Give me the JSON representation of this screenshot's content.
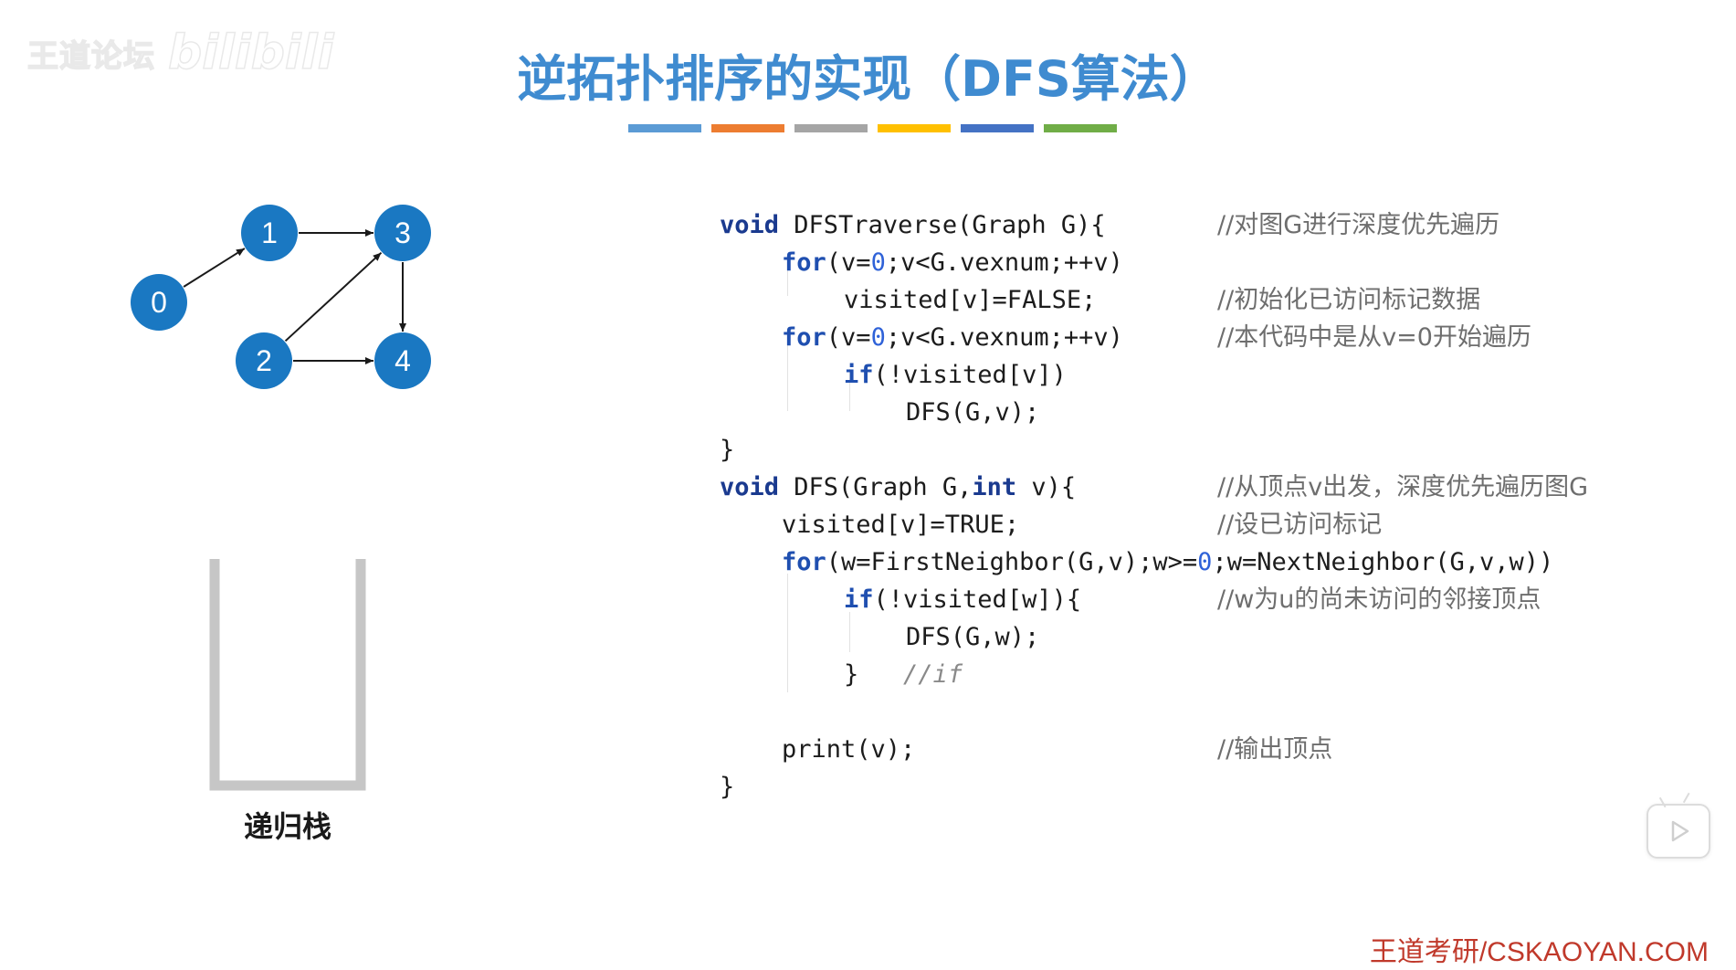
{
  "watermark": {
    "text": "王道论坛",
    "logo": "bilibili"
  },
  "title": "逆拓扑排序的实现（DFS算法）",
  "accent_colors": [
    "#5b9bd5",
    "#ed7d31",
    "#a5a5a5",
    "#ffc000",
    "#4472c4",
    "#70ad47"
  ],
  "node_color": "#1a78c2",
  "graph": {
    "nodes": [
      {
        "id": "0",
        "label": "0"
      },
      {
        "id": "1",
        "label": "1"
      },
      {
        "id": "2",
        "label": "2"
      },
      {
        "id": "3",
        "label": "3"
      },
      {
        "id": "4",
        "label": "4"
      }
    ],
    "edges": [
      {
        "from": "0",
        "to": "1"
      },
      {
        "from": "1",
        "to": "3"
      },
      {
        "from": "2",
        "to": "3"
      },
      {
        "from": "2",
        "to": "4"
      },
      {
        "from": "3",
        "to": "4"
      }
    ]
  },
  "stack_label": "递归栈",
  "code": {
    "line1": {
      "kw": "void",
      "rest": " DFSTraverse(Graph G){",
      "comment": "//对图G进行深度优先遍历"
    },
    "line2": {
      "kw": "for",
      "a": "(v=",
      "num": "0",
      "b": ";v<G.vexnum;++v)"
    },
    "line3": {
      "text": "visited[v]=FALSE;",
      "comment": "//初始化已访问标记数据"
    },
    "line4": {
      "kw": "for",
      "a": "(v=",
      "num": "0",
      "b": ";v<G.vexnum;++v)",
      "comment": "//本代码中是从v=0开始遍历"
    },
    "line5": {
      "kw": "if",
      "rest": "(!visited[v])"
    },
    "line6": {
      "text": "DFS(G,v);"
    },
    "line7": {
      "text": "}"
    },
    "line8": {
      "kw": "void",
      "a": " DFS(Graph G,",
      "kw2": "int",
      "b": " v){",
      "comment": "//从顶点v出发，深度优先遍历图G"
    },
    "line9": {
      "text": "visited[v]=TRUE;",
      "comment": "//设已访问标记"
    },
    "line10": {
      "kw": "for",
      "a": "(w=FirstNeighbor(G,v);w>=",
      "num": "0",
      "b": ";w=NextNeighbor(G,v,w))"
    },
    "line11": {
      "kw": "if",
      "rest": "(!visited[w]){",
      "comment": "//w为u的尚未访问的邻接顶点"
    },
    "line12": {
      "text": "DFS(G,w);"
    },
    "line13": {
      "text": "}",
      "inline_comment": "//if"
    },
    "line15": {
      "text": "print(v);",
      "comment": "//输出顶点"
    },
    "line16": {
      "text": "}"
    }
  },
  "footer": "王道考研/CSKAOYAN.COM"
}
